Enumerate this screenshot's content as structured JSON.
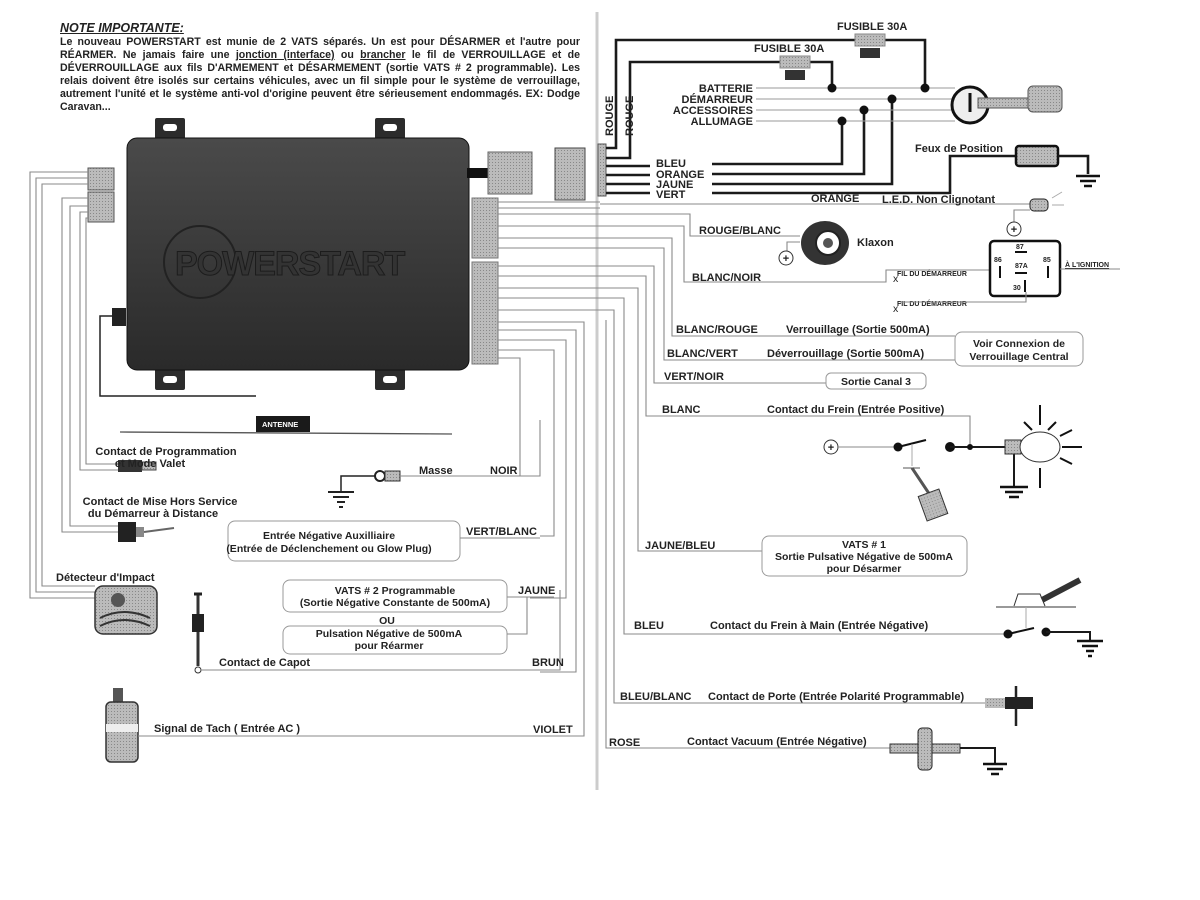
{
  "note": {
    "title": "NOTE IMPORTANTE:",
    "p1": "Le nouveau POWERSTART est munie de 2 VATS séparés. Un est pour DÉSARMER et l'autre pour RÉARMER. Ne jamais faire une ",
    "u1": "jonction (interface)",
    "p2": " ou ",
    "u2": "brancher",
    "p3": " le fil de VERROUILLAGE et de DÉVERROUILLAGE aux fils D'ARMEMENT et DÉSARMEMENT (sortie VATS # 2 programmable). Les relais doivent être isolés sur certains véhicules, avec un fil simple pour le système de verrouillage, autrement l'unité et le système anti-vol d'origine peuvent être sérieusement endommagés. EX: Dodge Caravan..."
  },
  "module": {
    "brand": "POWERSTART",
    "antenna_label": "ANTENNE"
  },
  "ignition": {
    "fuse1": "FUSIBLE 30A",
    "fuse2": "FUSIBLE 30A",
    "rouge1": "ROUGE",
    "rouge2": "ROUGE",
    "terminals": [
      "BATTERIE",
      "DÉMARREUR",
      "ACCESSOIRES",
      "ALLUMAGE"
    ],
    "wires": [
      "BLEU",
      "ORANGE",
      "JAUNE",
      "VERT"
    ]
  },
  "right": {
    "feux": "Feux de Position",
    "orange": "ORANGE",
    "led": "L.E.D. Non Clignotant",
    "rouge_blanc": "ROUGE/BLANC",
    "klaxon": "Klaxon",
    "blanc_noir": "BLANC/NOIR",
    "fil_dem1": "FIL DU DÉMARREUR",
    "fil_dem2": "FIL DU DÉMARREUR",
    "ignition": "À L'IGNITION",
    "relay": {
      "p87": "87",
      "p86": "86",
      "p87a": "87A",
      "p85": "85",
      "p30": "30"
    },
    "blanc_rouge": "BLANC/ROUGE",
    "verrouillage": "Verrouillage (Sortie 500mA)",
    "blanc_vert": "BLANC/VERT",
    "deverrouillage": "Déverrouillage (Sortie 500mA)",
    "voir1": "Voir Connexion de",
    "voir2": "Verrouillage Central",
    "vert_noir": "VERT/NOIR",
    "canal3": "Sortie Canal 3",
    "blanc": "BLANC",
    "frein": "Contact du Frein (Entrée Positive)",
    "jaune_bleu": "JAUNE/BLEU",
    "vats1_l1": "VATS # 1",
    "vats1_l2": "Sortie Pulsative Négative de 500mA",
    "vats1_l3": "pour Désarmer",
    "bleu": "BLEU",
    "frein_main": "Contact du Frein à Main (Entrée Négative)",
    "bleu_blanc": "BLEU/BLANC",
    "porte": "Contact de Porte (Entrée Polarité Programmable)",
    "rose": "ROSE",
    "vacuum": "Contact Vacuum (Entrée Négative)"
  },
  "left": {
    "prog1": "Contact de Programmation",
    "prog2": "et Mode Valet",
    "masse": "Masse",
    "noir": "NOIR",
    "hors1": "Contact de Mise Hors Service",
    "hors2": "du Démarreur à Distance",
    "aux1": "Entrée Négative Auxilliaire",
    "aux2": "(Entrée de Déclenchement ou Glow Plug)",
    "vert_blanc": "VERT/BLANC",
    "impact": "Détecteur d'Impact",
    "vats2_l1": "VATS # 2 Programmable",
    "vats2_l2": "(Sortie Négative Constante de 500mA)",
    "jaune": "JAUNE",
    "ou": "OU",
    "puls1": "Pulsation Négative de 500mA",
    "puls2": "pour Réarmer",
    "capot": "Contact de Capot",
    "brun": "BRUN",
    "tach": "Signal de Tach ( Entrée AC )",
    "violet": "VIOLET"
  },
  "symbols": {
    "plus": "+"
  }
}
